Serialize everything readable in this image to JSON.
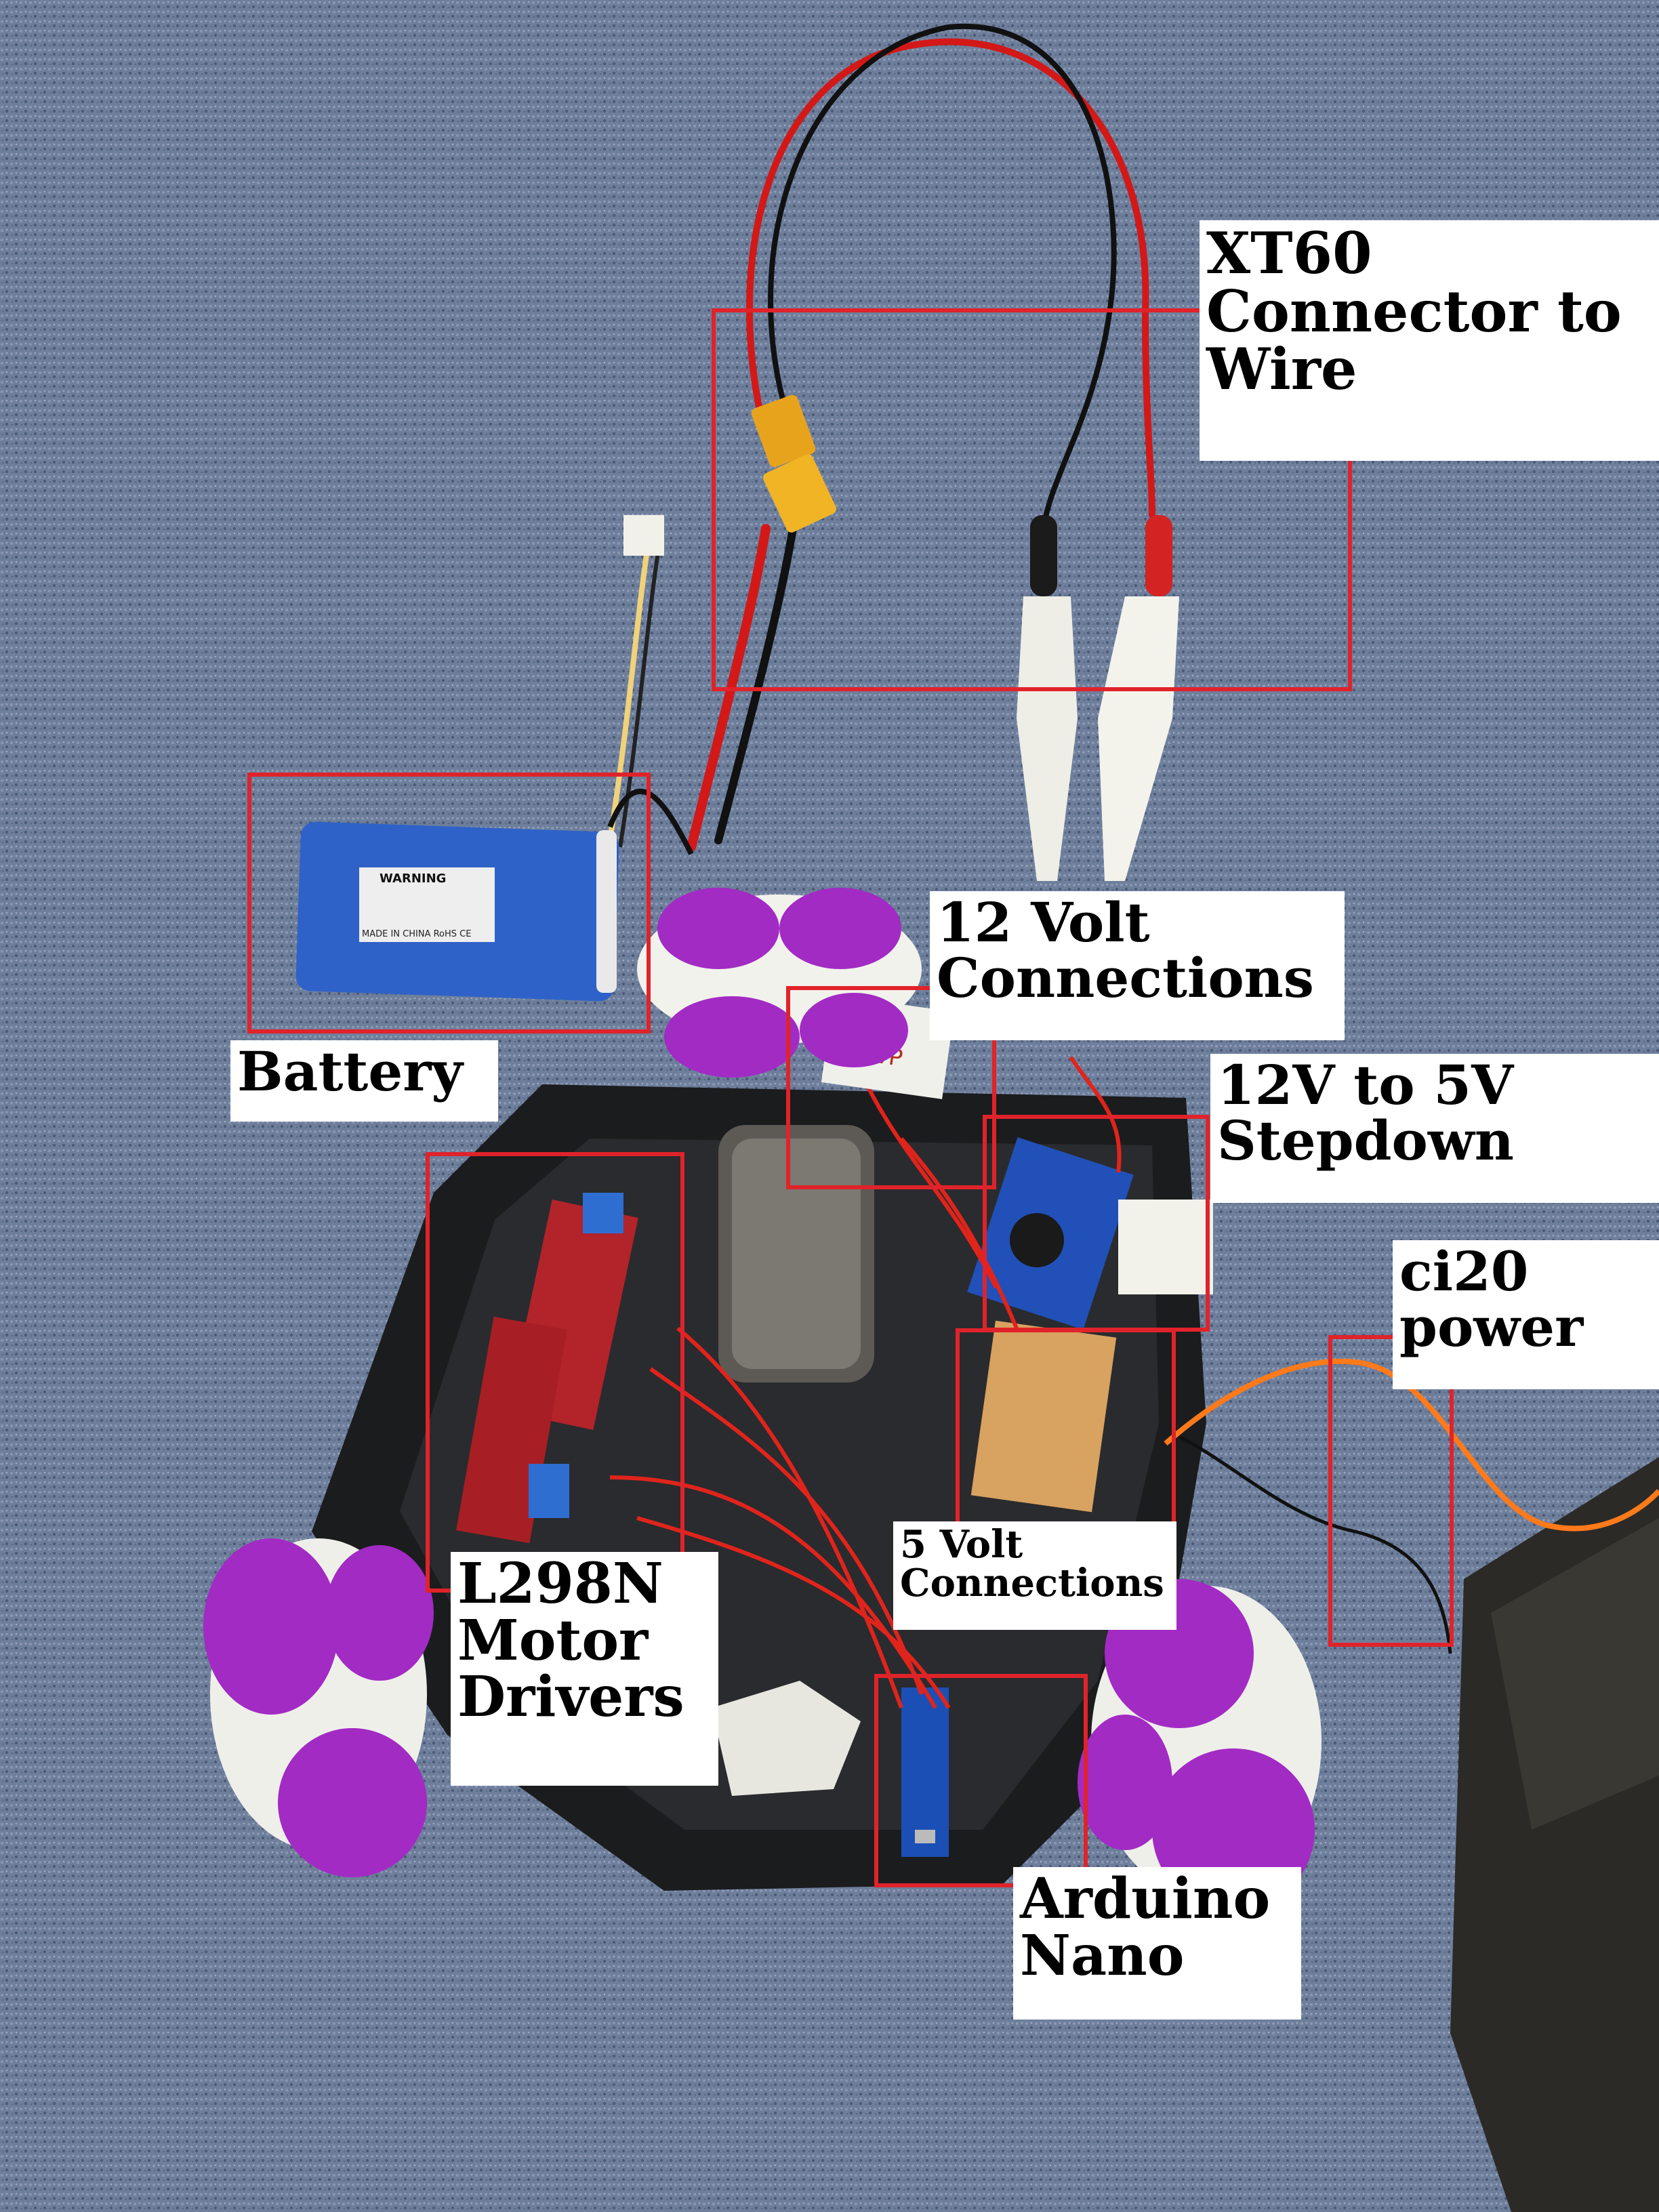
{
  "colors": {
    "carpet": "#6e7f9c",
    "annotation_box": "#e0232a",
    "label_bg": "#ffffff",
    "wheel_purple": "#a22bc4",
    "chassis": "#1d1d1f",
    "battery_blue": "#2f62c8",
    "wire_red": "#e01e1e",
    "wire_orange": "#ff7a1a"
  },
  "labels": {
    "xt60": "XT60\nConnector to\nWire",
    "twelve_volt": "12 Volt\nConnections",
    "stepdown": "12V to 5V\nStepdown",
    "ci20": "ci20\npower",
    "battery": "Battery",
    "five_volt": "5 Volt\nConnections",
    "l298n": "L298N\nMotor\nDrivers",
    "arduino": "Arduino\nNano"
  },
  "battery_print": {
    "warning": "WARNING",
    "marks": "MADE IN CHINA  RoHS CE"
  },
  "tape_note": "12vP"
}
